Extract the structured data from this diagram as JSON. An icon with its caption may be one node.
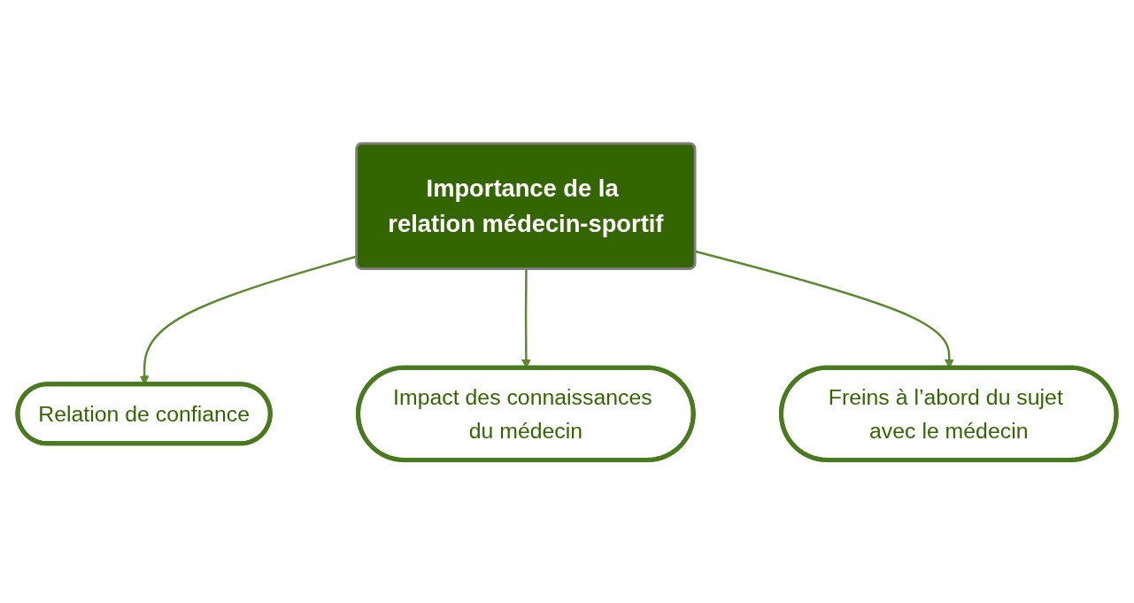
{
  "diagram": {
    "nodes": [
      {
        "text": [
          "Importance de la relation médecin-sportif"
        ]
      },
      {
        "text": [
          "Relation de confiance"
        ]
      },
      {
        "text": [
          "Impact des connaissances du médecin"
        ]
      },
      {
        "text": [
          "Freins à l’abord du sujet avec le médecin"
        ]
      }
    ],
    "edges": [
      {
        "from": 0,
        "to": 1,
        "arrow": "to"
      },
      {
        "from": 0,
        "to": 2,
        "arrow": "to"
      },
      {
        "from": 0,
        "to": 3,
        "arrow": "to"
      }
    ]
  }
}
